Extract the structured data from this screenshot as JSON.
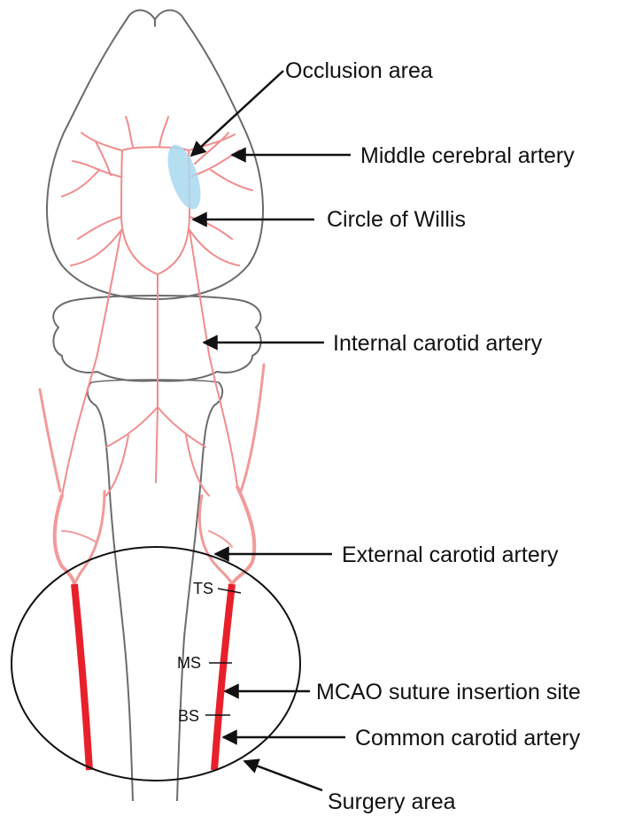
{
  "labels": {
    "occlusion_area": "Occlusion area",
    "middle_cerebral_artery": "Middle cerebral artery",
    "circle_of_willis": "Circle of Willis",
    "internal_carotid_artery": "Internal carotid artery",
    "external_carotid_artery": "External carotid artery",
    "mcao_suture_insertion_site": "MCAO suture insertion site",
    "common_carotid_artery": "Common carotid artery",
    "surgery_area": "Surgery area"
  },
  "sites": {
    "ts": "TS",
    "ms": "MS",
    "bs": "BS"
  },
  "colors": {
    "outline": "#6b6b6b",
    "thin_artery": "#f08c8c",
    "thick_artery_light": "#f29a9a",
    "common_carotid": "#e8202a",
    "occlusion_fill": "#a9d8ef",
    "text": "#111111"
  }
}
